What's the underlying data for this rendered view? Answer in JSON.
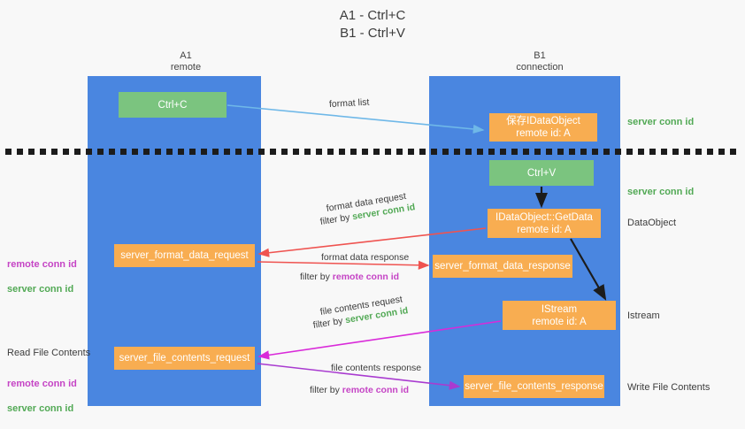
{
  "title": "A1 - Ctrl+C\nB1 - Ctrl+V",
  "columns": {
    "left": {
      "name": "A1",
      "role": "remote"
    },
    "right": {
      "name": "B1",
      "role": "connection"
    }
  },
  "column_headers": {
    "left": "A1\nremote",
    "right": "B1\nconnection"
  },
  "nodes": {
    "ctrl_c": "Ctrl+C",
    "idataobject": "保存IDataObject\nremote id: A",
    "ctrl_v": "Ctrl+V",
    "getdata": "IDataObject::GetData\nremote id: A",
    "server_format_data_request": "server_format_data_request",
    "server_format_data_response": "server_format_data_response",
    "istream": "IStream\nremote id: A",
    "server_file_contents_request": "server_file_contents_request",
    "server_file_contents_response": "server_file_contents_response"
  },
  "edge_labels": {
    "format_list": "format list",
    "format_data_request": "format data request",
    "format_data_request_filter_prefix": "filter by ",
    "format_data_request_filter_key": "server conn id",
    "format_data_response": "format data response",
    "format_data_response_filter_prefix": "filter by ",
    "format_data_response_filter_key": "remote conn id",
    "file_contents_request": "file contents request",
    "file_contents_request_filter_prefix": "filter by ",
    "file_contents_request_filter_key": "server conn id",
    "file_contents_response": "file contents response",
    "file_contents_response_filter_prefix": "filter by ",
    "file_contents_response_filter_key": "remote conn id"
  },
  "annotations": {
    "server_conn_id_top": "server conn id",
    "server_conn_id_mid": "server conn id",
    "dataobject": "DataObject",
    "istream": "Istream",
    "write_file_contents": "Write File Contents",
    "read_file_contents": "Read File Contents",
    "remote_conn_id_mid": "remote conn id",
    "server_conn_id_left_mid": "server conn id",
    "remote_conn_id_low": "remote conn id",
    "server_conn_id_low": "server conn id"
  },
  "colors": {
    "lane": "#4a86e0",
    "green_node": "#7bc47f",
    "orange_node": "#f8ad51",
    "server_conn_id": "#52a955",
    "remote_conn_id": "#c544c5",
    "arrow_blue": "#6fb8e8",
    "arrow_red": "#ef5350",
    "arrow_magenta": "#d92ad9",
    "arrow_purple": "#a93bd0",
    "arrow_black": "#1c1c1c",
    "background": "#f8f8f8"
  }
}
